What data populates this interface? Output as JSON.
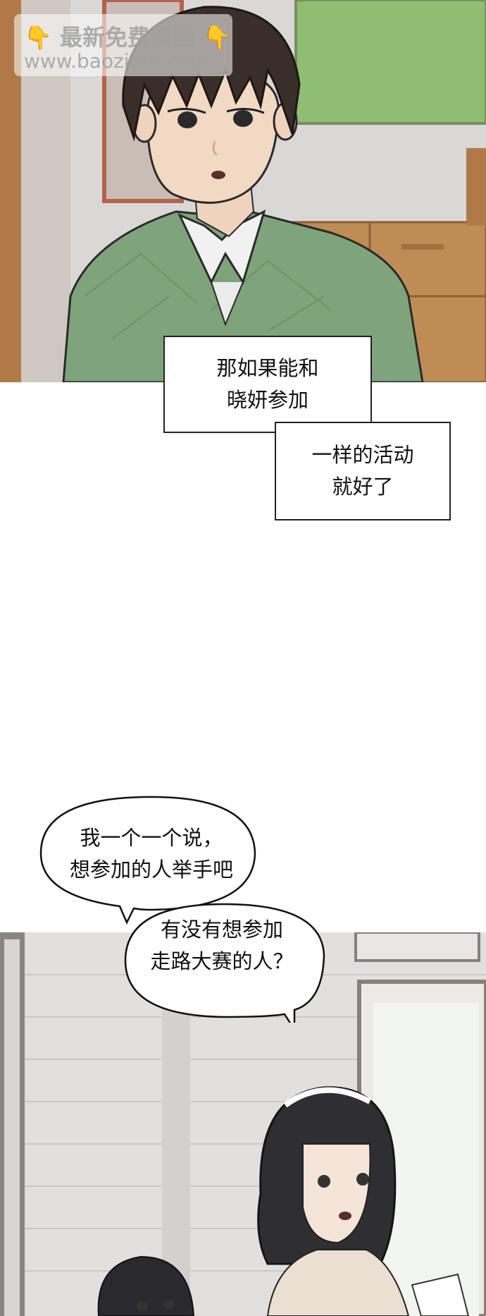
{
  "watermark": {
    "icon_left": "👇",
    "title": "最新免费漫画",
    "icon_right": "👇",
    "url": "www.baozimh.com"
  },
  "captions": [
    {
      "lines": [
        "那如果能和",
        "晓妍参加"
      ]
    },
    {
      "lines": [
        "一样的活动",
        "就好了"
      ]
    }
  ],
  "speech_bubbles": [
    {
      "lines": [
        "我一个一个说，",
        "想参加的人举手吧"
      ]
    },
    {
      "lines": [
        "有没有想参加",
        "走路大赛的人？"
      ]
    }
  ],
  "colors": {
    "wall": "#d8d7d6",
    "cardigan": "#7fa37a",
    "board": "#8fbd72",
    "cabinet": "#b7844f",
    "hair": "#3a2e2a",
    "classroom_wall": "#e1e0de"
  }
}
